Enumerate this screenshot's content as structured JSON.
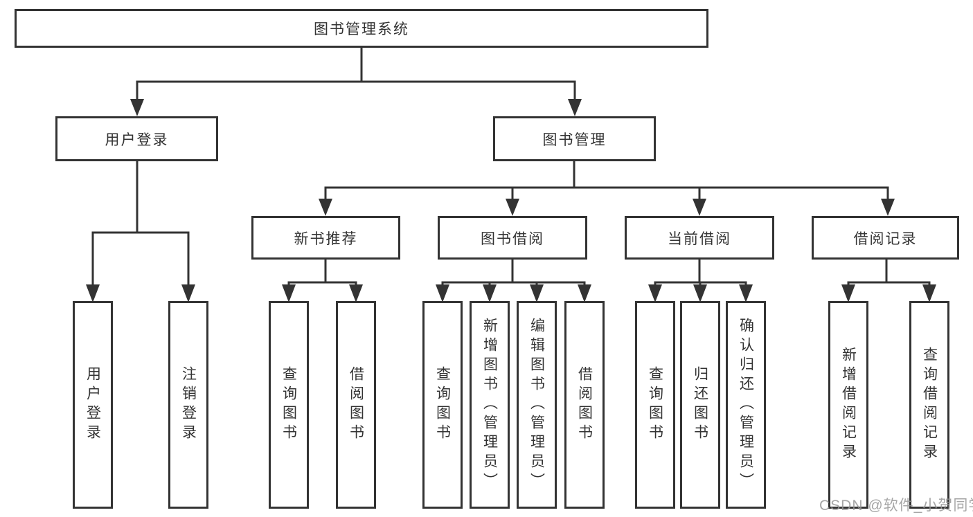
{
  "diagram_title": "图书管理系统",
  "nodes": {
    "root": {
      "label": "图书管理系统"
    },
    "level2": [
      {
        "label": "用户登录"
      },
      {
        "label": "图书管理"
      }
    ],
    "level3": [
      {
        "label": "新书推荐",
        "parent": "图书管理"
      },
      {
        "label": "图书借阅",
        "parent": "图书管理"
      },
      {
        "label": "当前借阅",
        "parent": "图书管理"
      },
      {
        "label": "借阅记录",
        "parent": "图书管理"
      }
    ],
    "leaves": [
      {
        "label": "用户登录",
        "parent": "用户登录"
      },
      {
        "label": "注销登录",
        "parent": "用户登录"
      },
      {
        "label": "查询图书",
        "parent": "新书推荐"
      },
      {
        "label": "借阅图书",
        "parent": "新书推荐"
      },
      {
        "label": "查询图书",
        "parent": "图书借阅"
      },
      {
        "label": "新增图书（管理员）",
        "parent": "图书借阅"
      },
      {
        "label": "编辑图书（管理员）",
        "parent": "图书借阅"
      },
      {
        "label": "借阅图书",
        "parent": "图书借阅"
      },
      {
        "label": "查询图书",
        "parent": "当前借阅"
      },
      {
        "label": "归还图书",
        "parent": "当前借阅"
      },
      {
        "label": "确认归还（管理员）",
        "parent": "当前借阅"
      },
      {
        "label": "新增借阅记录",
        "parent": "借阅记录"
      },
      {
        "label": "查询借阅记录",
        "parent": "借阅记录"
      }
    ]
  },
  "watermark": {
    "text": "CSDN @软件_小贺同学"
  },
  "colors": {
    "line": "#333333",
    "border": "#333333",
    "text": "#333333",
    "background": "#ffffff",
    "watermark": "#969696"
  }
}
